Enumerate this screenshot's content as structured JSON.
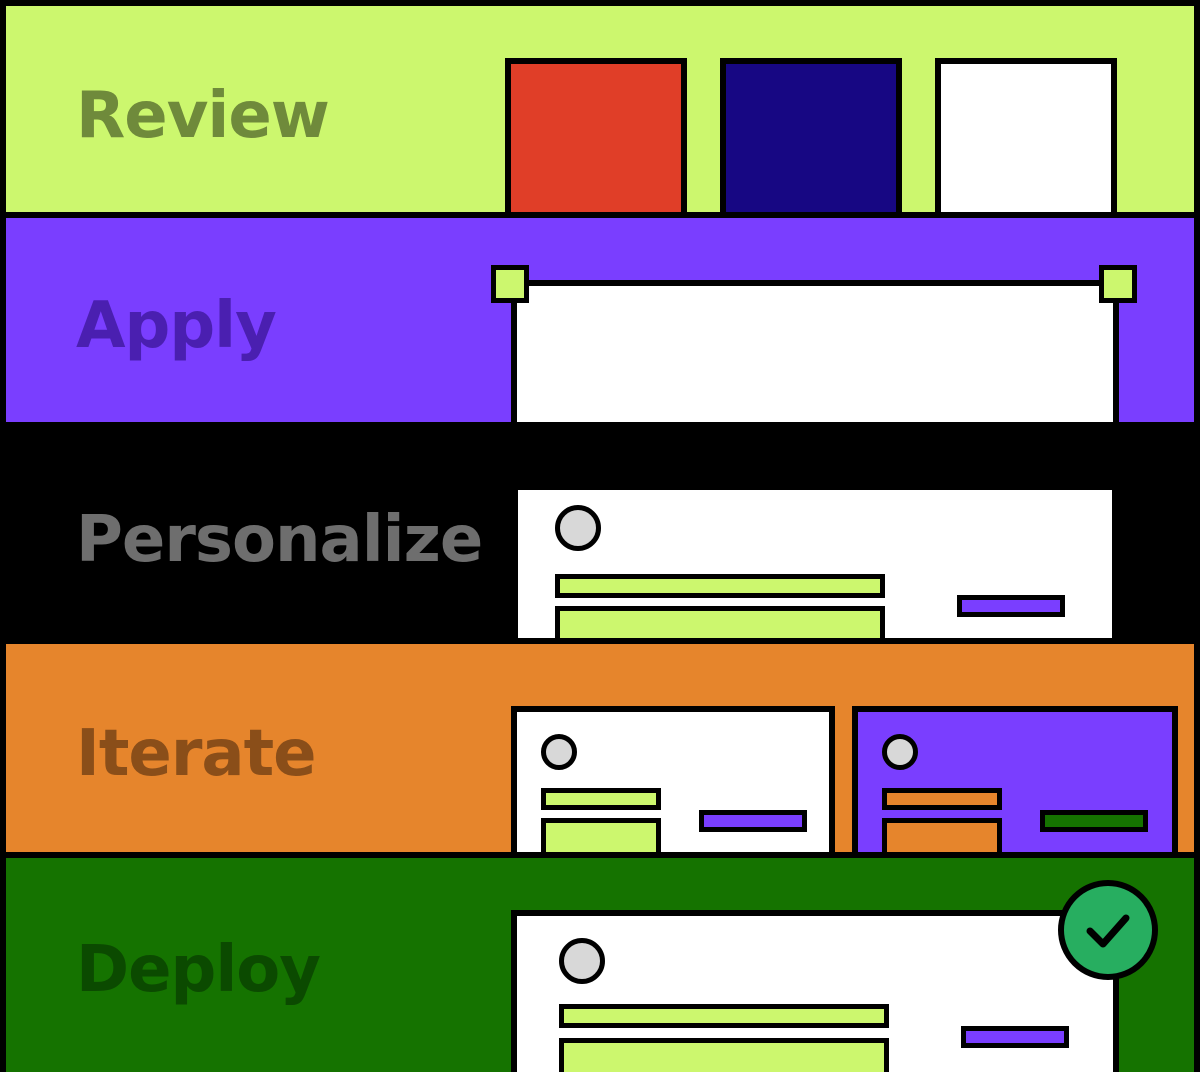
{
  "stages": [
    {
      "label": "Review",
      "bg": "#CCF76E",
      "text_color": "#6F8A3B"
    },
    {
      "label": "Apply",
      "bg": "#7A3EFF",
      "text_color": "#4A1FB0"
    },
    {
      "label": "Personalize",
      "bg": "#000000",
      "text_color": "#6E6E6E"
    },
    {
      "label": "Iterate",
      "bg": "#E6852C",
      "text_color": "#8A4E19"
    },
    {
      "label": "Deploy",
      "bg": "#157300",
      "text_color": "#0B4A00"
    }
  ],
  "review": {
    "swatches": [
      "#E03E28",
      "#170783",
      "#FFFFFF"
    ]
  },
  "colors": {
    "lime": "#CCF76E",
    "purple": "#7A3EFF",
    "orange": "#E6852C",
    "green": "#157300",
    "white": "#FFFFFF",
    "avatar_gray": "#D8D8D8",
    "check_green": "#27AE60",
    "outline": "#000000"
  },
  "icons": {
    "avatar": "avatar-icon",
    "selection_handle": "resize-handle-icon",
    "checkmark": "checkmark-icon"
  }
}
